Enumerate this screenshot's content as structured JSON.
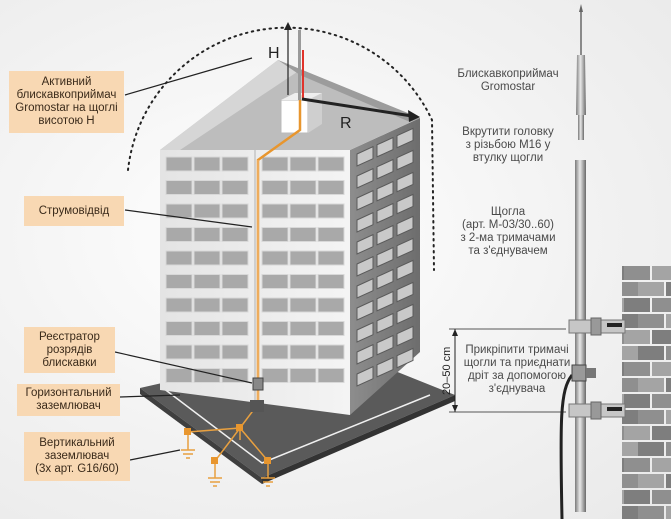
{
  "labels": {
    "active_terminal": [
      "Активний",
      "блискавкоприймач",
      "Gromostar на щоглі",
      "висотою H"
    ],
    "down_conductor": "Струмовідвід",
    "strike_counter": [
      "Реєстратор",
      "розрядів",
      "блискавки"
    ],
    "horizontal_earth": [
      "Горизонтальний",
      "заземлювач"
    ],
    "vertical_earth": [
      "Вертикальний",
      "заземлювач",
      "(3х арт. G16/60)"
    ]
  },
  "right_notes": {
    "terminal": [
      "Блискавкоприймач",
      "Gromostar"
    ],
    "screw_head": [
      "Вкрутити головку",
      "з різьбою M16 у",
      "втулку щогли"
    ],
    "mast": [
      "Щогла",
      "(арт. M-03/30..60)",
      "з 2-ма тримачами",
      "та з'єднувачем"
    ],
    "attach": [
      "Прикріпити тримачі",
      "щогли та приєднати",
      "дріт за допомогою",
      "з'єднувача"
    ]
  },
  "dimensions": {
    "height_symbol": "H",
    "radius_symbol": "R",
    "bracket_spacing": "20–50 cm"
  },
  "colors": {
    "label_bg": "#f8d8b3",
    "conductor": "#e8962e",
    "grid_line": "#e8a040",
    "height_line": "#e0332b"
  }
}
